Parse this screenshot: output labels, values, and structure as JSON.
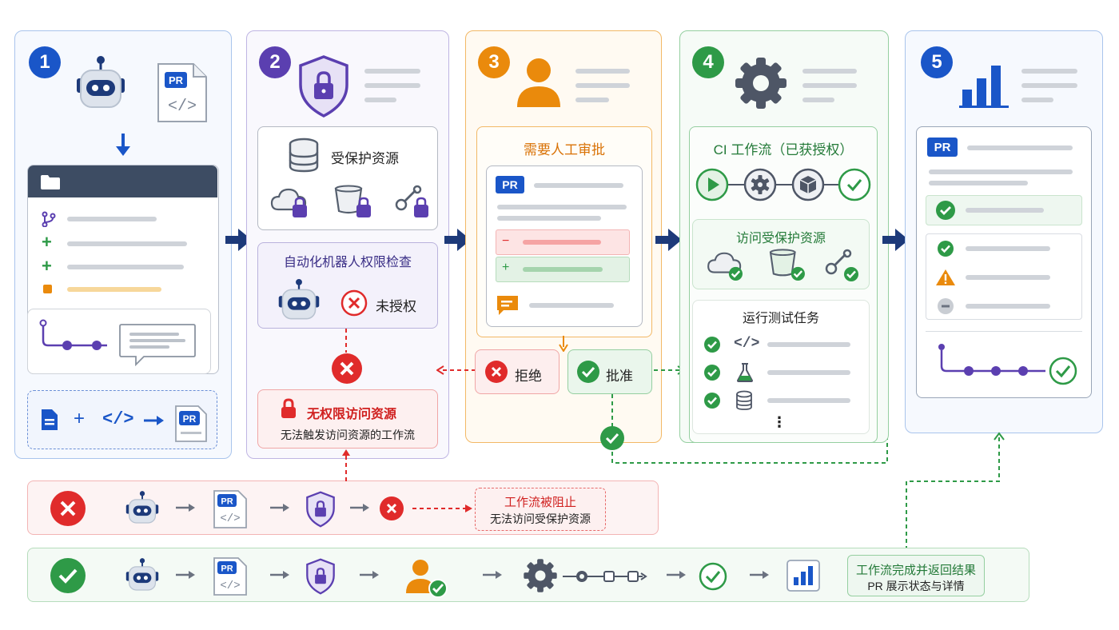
{
  "steps": [
    "1",
    "2",
    "3",
    "4",
    "5"
  ],
  "pr_label": "PR",
  "panel2": {
    "protected_resource": "受保护资源",
    "bot_check_title": "自动化机器人权限检查",
    "unauthorized": "未授权",
    "no_access_title": "无权限访问资源",
    "no_access_sub": "无法触发访问资源的工作流"
  },
  "panel3": {
    "title": "需要人工审批",
    "minus": "−",
    "plus": "+",
    "reject": "拒绝",
    "approve": "批准"
  },
  "panel4": {
    "title": "CI 工作流（已获授权）",
    "access_title": "访问受保护资源",
    "tasks_title": "运行测试任务",
    "more": "⋮"
  },
  "blocked": {
    "title": "工作流被阻止",
    "sub": "无法访问受保护资源"
  },
  "success": {
    "title": "工作流完成并返回结果",
    "sub": "PR 展示状态与详情"
  },
  "colors": {
    "blue": "#1a56c8",
    "purple": "#5b3fb0",
    "orange": "#ea8a0c",
    "green": "#2e9a47",
    "red": "#e02b2b",
    "navy": "#1d3a7a"
  }
}
